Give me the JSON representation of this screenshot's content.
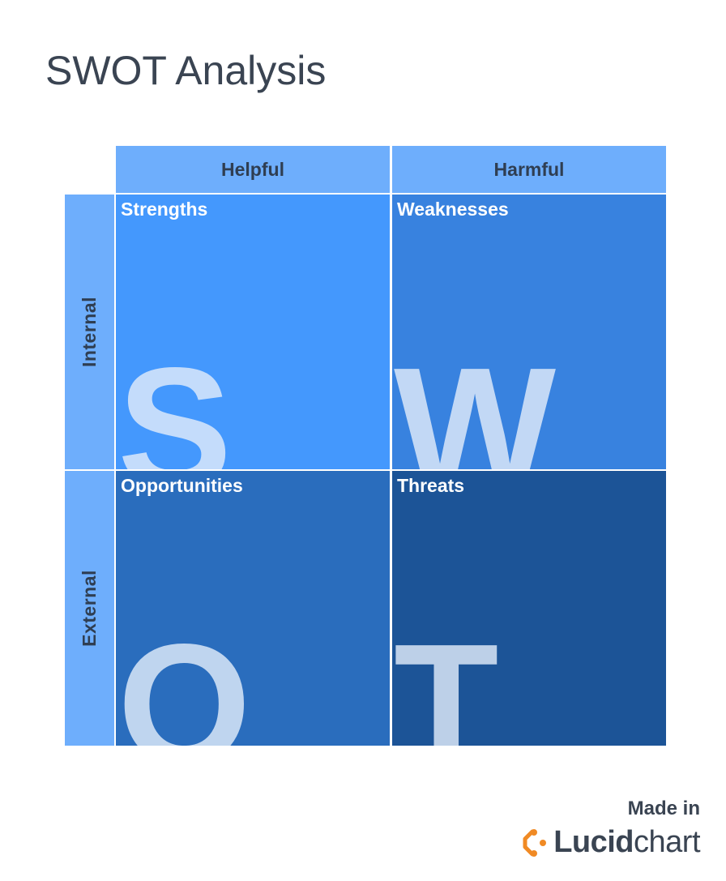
{
  "title": "SWOT Analysis",
  "columns": [
    "Helpful",
    "Harmful"
  ],
  "rows": [
    "Internal",
    "External"
  ],
  "quadrants": {
    "strengths": {
      "label": "Strengths",
      "letter": "S",
      "color": "#4498fd"
    },
    "weaknesses": {
      "label": "Weaknesses",
      "letter": "W",
      "color": "#3882df"
    },
    "opportunities": {
      "label": "Opportunities",
      "letter": "O",
      "color": "#2a6dbd"
    },
    "threats": {
      "label": "Threats",
      "letter": "T",
      "color": "#1c5497"
    }
  },
  "colors": {
    "header_bg": "#6eaefc",
    "header_text": "#2f3e52",
    "letter": "#dce9fa"
  },
  "branding": {
    "made_in": "Made in",
    "logo_bold": "Lucid",
    "logo_regular": "chart",
    "logo_icon": "lucidchart-logo-icon"
  }
}
